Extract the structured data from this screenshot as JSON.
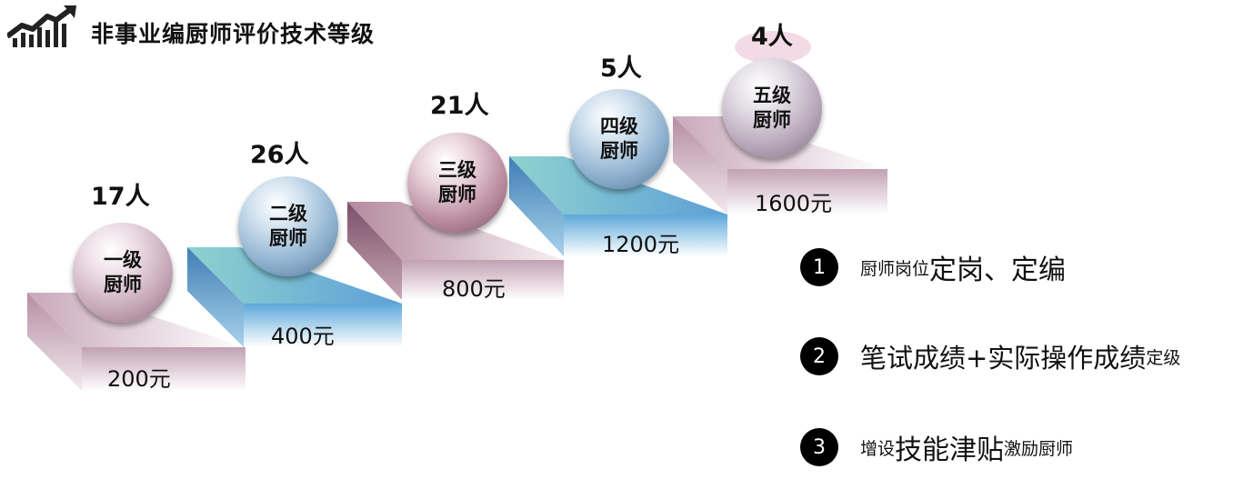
{
  "title": "非事业编厨师评价技术等级",
  "logo_icon": "rising-bar-chart-icon",
  "levels": [
    {
      "count": "17人",
      "name_line1": "一级",
      "name_line2": "厨师",
      "salary": "200元",
      "step_color": "#c8a7b9"
    },
    {
      "count": "26人",
      "name_line1": "二级",
      "name_line2": "厨师",
      "salary": "400元",
      "step_color": "#6fb2d8"
    },
    {
      "count": "21人",
      "name_line1": "三级",
      "name_line2": "厨师",
      "salary": "800元",
      "step_color": "#b88a9f"
    },
    {
      "count": "5人",
      "name_line1": "四级",
      "name_line2": "厨师",
      "salary": "1200元",
      "step_color": "#66acd8"
    },
    {
      "count": "4人",
      "name_line1": "五级",
      "name_line2": "厨师",
      "salary": "1600元",
      "step_color": "#c3a2b4"
    }
  ],
  "points": [
    {
      "number": "1",
      "small_prefix": "厨师岗位",
      "big_text": "定岗、定编",
      "small_suffix": ""
    },
    {
      "number": "2",
      "small_prefix": "",
      "big_text": "笔试成绩+实际操作成绩",
      "small_suffix": "定级"
    },
    {
      "number": "3",
      "small_prefix": "增设",
      "big_text": "技能津贴",
      "small_suffix": "激励厨师"
    }
  ]
}
